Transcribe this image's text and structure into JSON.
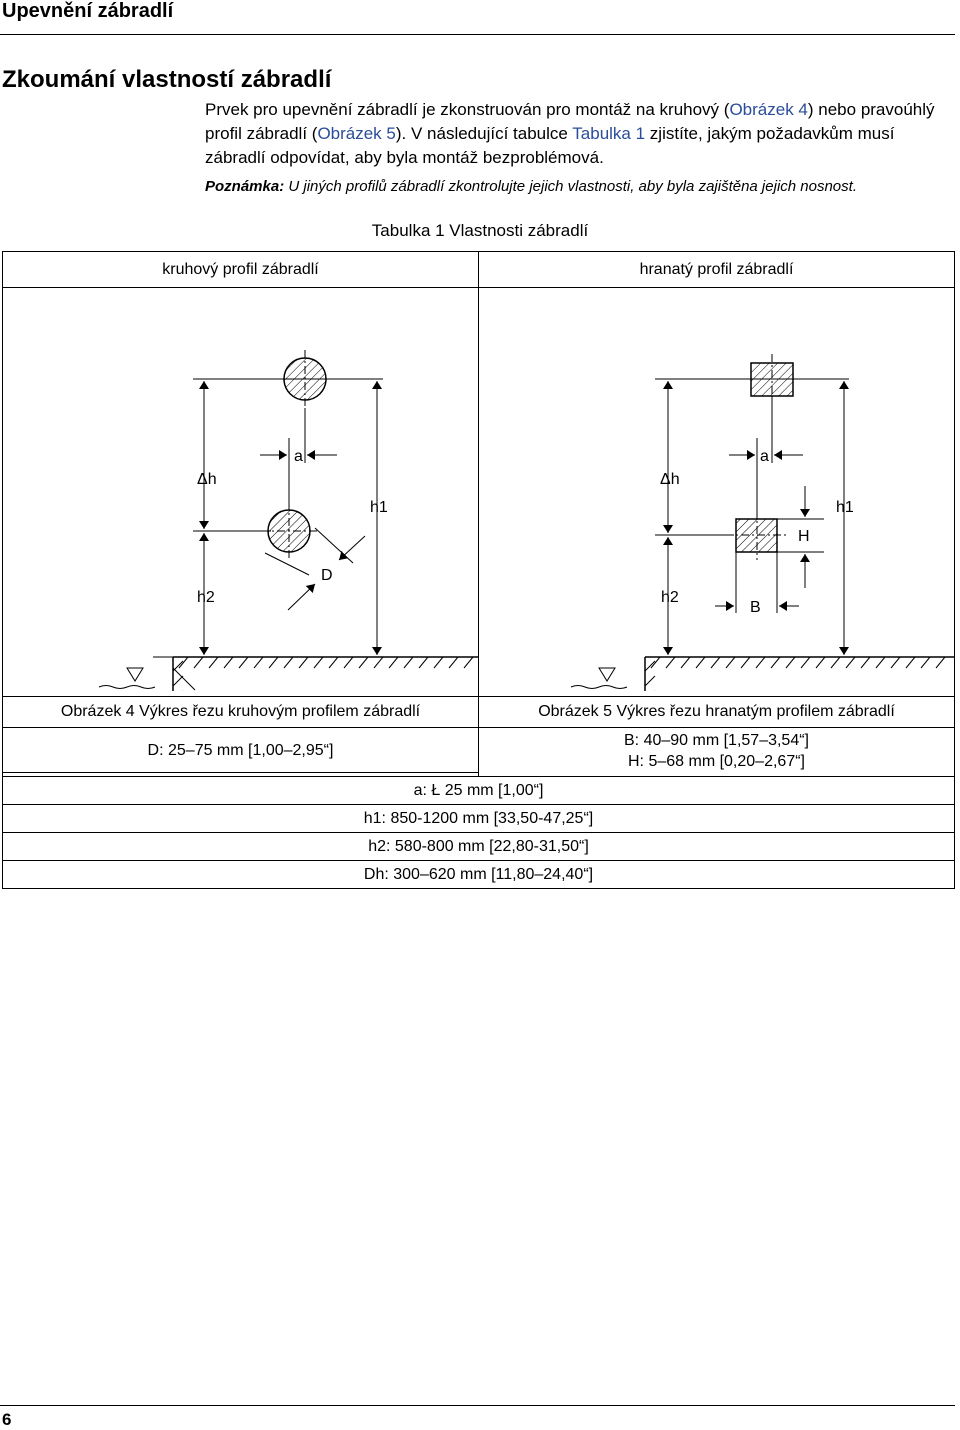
{
  "header": {
    "running_title": "Upevnění zábradlí"
  },
  "section": {
    "title": "Zkoumání vlastností zábradlí"
  },
  "intro": {
    "t1": "Prvek pro upevnění zábradlí je zkonstruován pro montáž na kruhový (",
    "link1": "Obrázek 4",
    "t2": ") nebo pravoúhlý profil zábradlí (",
    "link2": "Obrázek 5",
    "t3": "). V následující tabulce ",
    "link3": "Tabulka 1",
    "t4": " zjistíte, jakým požadavkům musí zábradlí odpovídat, aby byla montáž bezproblémová."
  },
  "note": {
    "label": "Poznámka:",
    "text": " U jiných profilů zábradlí zkontrolujte jejich vlastnosti, aby byla zajištěna jejich nosnost."
  },
  "table": {
    "caption": "Tabulka 1 Vlastnosti zábradlí",
    "col_left": "kruhový profil zábradlí",
    "col_right": "hranatý profil zábradlí",
    "fig4_caption": "Obrázek 4 Výkres řezu kruhovým profilem zábradlí",
    "fig5_caption": "Obrázek 5 Výkres řezu hranatým profilem zábradlí",
    "d_value": "D: 25–75 mm [1,00–2,95“]",
    "b_value": "B: 40–90 mm [1,57–3,54“]",
    "h_value": "H: 5–68 mm [0,20–2,67“]",
    "a_value": "a: Ł 25 mm [1,00“]",
    "h1_value": "h1: 850-1200 mm [33,50-47,25“]",
    "h2_value": "h2: 580-800 mm [22,80-31,50“]",
    "dh_value": "Dh: 300–620 mm [11,80–24,40“]"
  },
  "drawing_labels": {
    "dh": "Δh",
    "a": "a",
    "h1": "h1",
    "h2": "h2",
    "d": "D",
    "big_h": "H",
    "b": "B"
  },
  "footer": {
    "page_number": "6"
  }
}
